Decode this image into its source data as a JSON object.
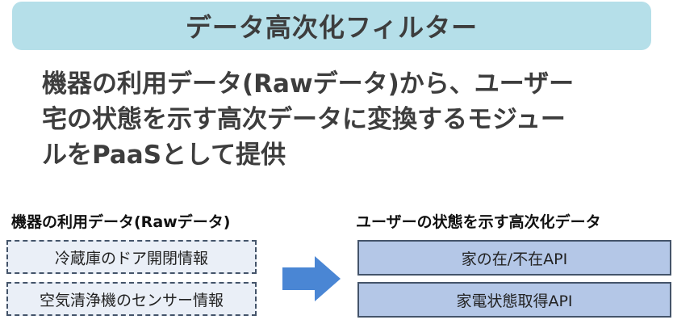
{
  "title": "データ高次化フィルター",
  "description": {
    "lines": [
      "機器の利用データ(Rawデータ)から、ユーザー",
      "宅の状態を示す高次データに変換するモジュー",
      "ルをPaaSとして提供"
    ]
  },
  "input": {
    "label": "機器の利用データ(Rawデータ)",
    "items": [
      "冷蔵庫のドア開閉情報",
      "空気清浄機のセンサー情報"
    ]
  },
  "output": {
    "label": "ユーザーの状態を示す高次化データ",
    "items": [
      "家の在/不在API",
      "家電状態取得API"
    ]
  },
  "colors": {
    "banner": "#b5dfe9",
    "raw_box_fill": "#eaeff7",
    "api_box_fill": "#b4c7e7",
    "box_border": "#44546a",
    "arrow": "#4a86d4"
  },
  "icons": {
    "arrow": "right-arrow-icon"
  }
}
